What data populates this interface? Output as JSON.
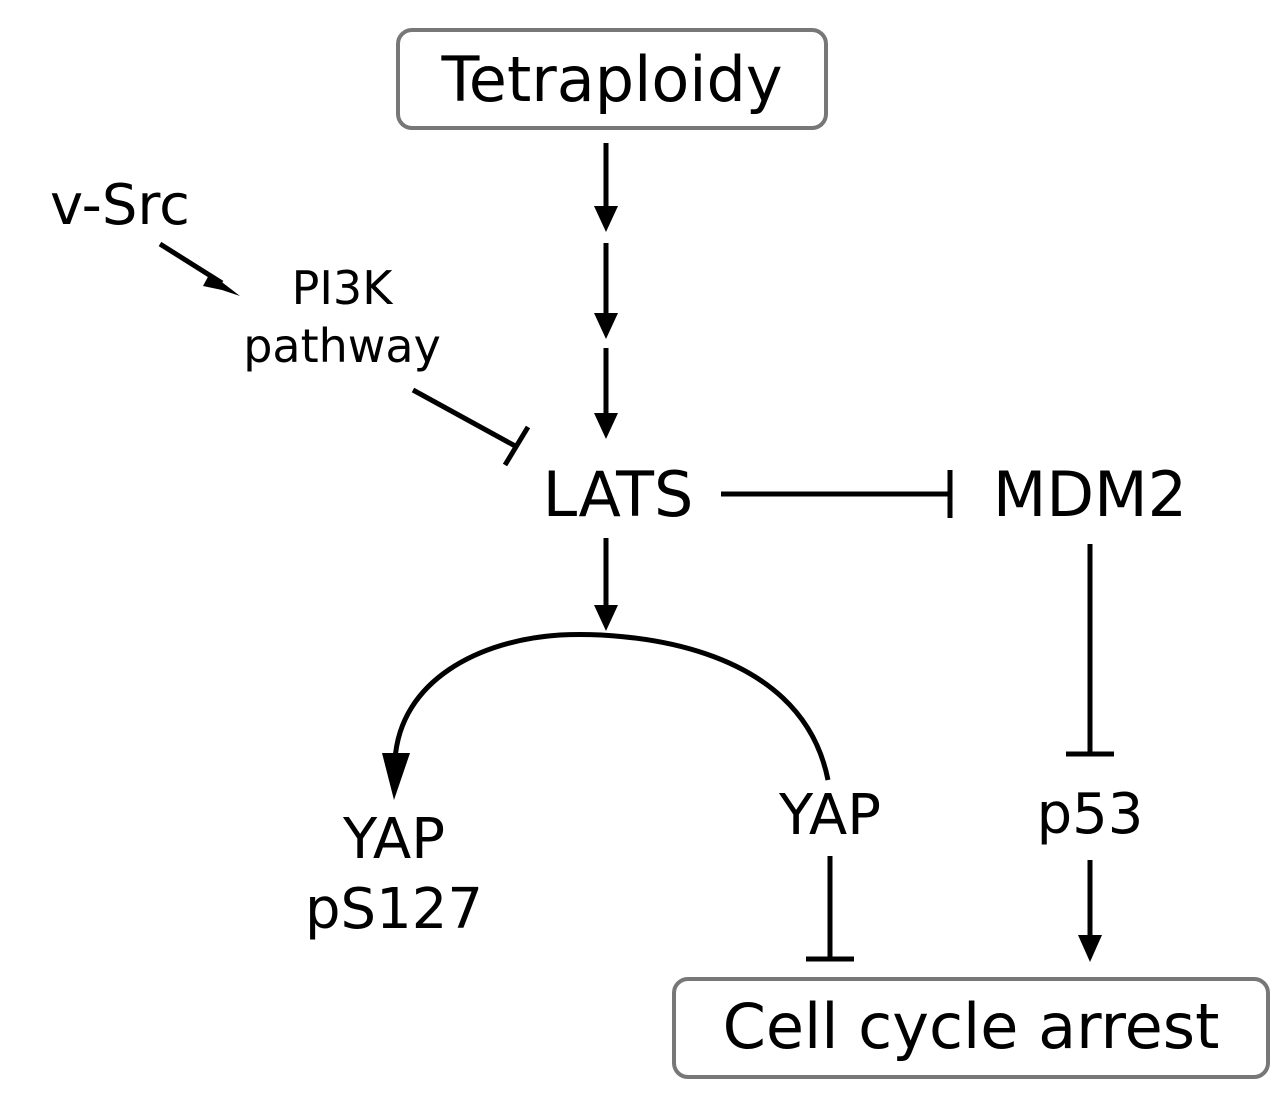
{
  "nodes": {
    "tetraploidy": "Tetraploidy",
    "v_src": "v-Src",
    "pi3k_line1": "PI3K",
    "pi3k_line2": "pathway",
    "lats": "LATS",
    "mdm2": "MDM2",
    "yap_phospho_line1": "YAP",
    "yap_phospho_line2": "pS127",
    "yap": "YAP",
    "p53": "p53",
    "cell_cycle_arrest": "Cell cycle arrest"
  },
  "edges": [
    {
      "from": "Tetraploidy",
      "to": "LATS",
      "type": "activation"
    },
    {
      "from": "v-Src",
      "to": "PI3K pathway",
      "type": "activation"
    },
    {
      "from": "PI3K pathway",
      "to": "LATS",
      "type": "inhibition"
    },
    {
      "from": "LATS",
      "to": "MDM2",
      "type": "inhibition"
    },
    {
      "from": "LATS",
      "to": "YAP → YAP pS127",
      "type": "activation"
    },
    {
      "from": "YAP",
      "to": "Cell cycle arrest",
      "type": "inhibition"
    },
    {
      "from": "MDM2",
      "to": "p53",
      "type": "inhibition"
    },
    {
      "from": "p53",
      "to": "Cell cycle arrest",
      "type": "activation"
    }
  ]
}
